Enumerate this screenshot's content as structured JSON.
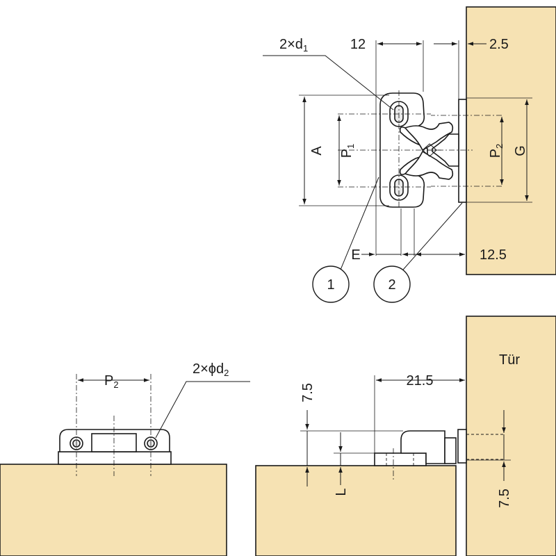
{
  "labels": {
    "d1": "2×d",
    "d1_sub": "1",
    "d2": "2×ϕd",
    "d2_sub": "2",
    "dim_12": "12",
    "dim_2_5": "2.5",
    "dim_12_5": "12.5",
    "dim_21_5": "21.5",
    "dim_7_5_left": "7.5",
    "dim_7_5_right": "7.5",
    "A": "A",
    "P": "P",
    "P1_sub": "1",
    "P2_sub": "2",
    "G": "G",
    "E": "E",
    "L": "L",
    "door": "Tür"
  },
  "callouts": [
    "1",
    "2"
  ],
  "colors": {
    "wood": "#f6e2b3",
    "line": "#1a1a1a"
  }
}
